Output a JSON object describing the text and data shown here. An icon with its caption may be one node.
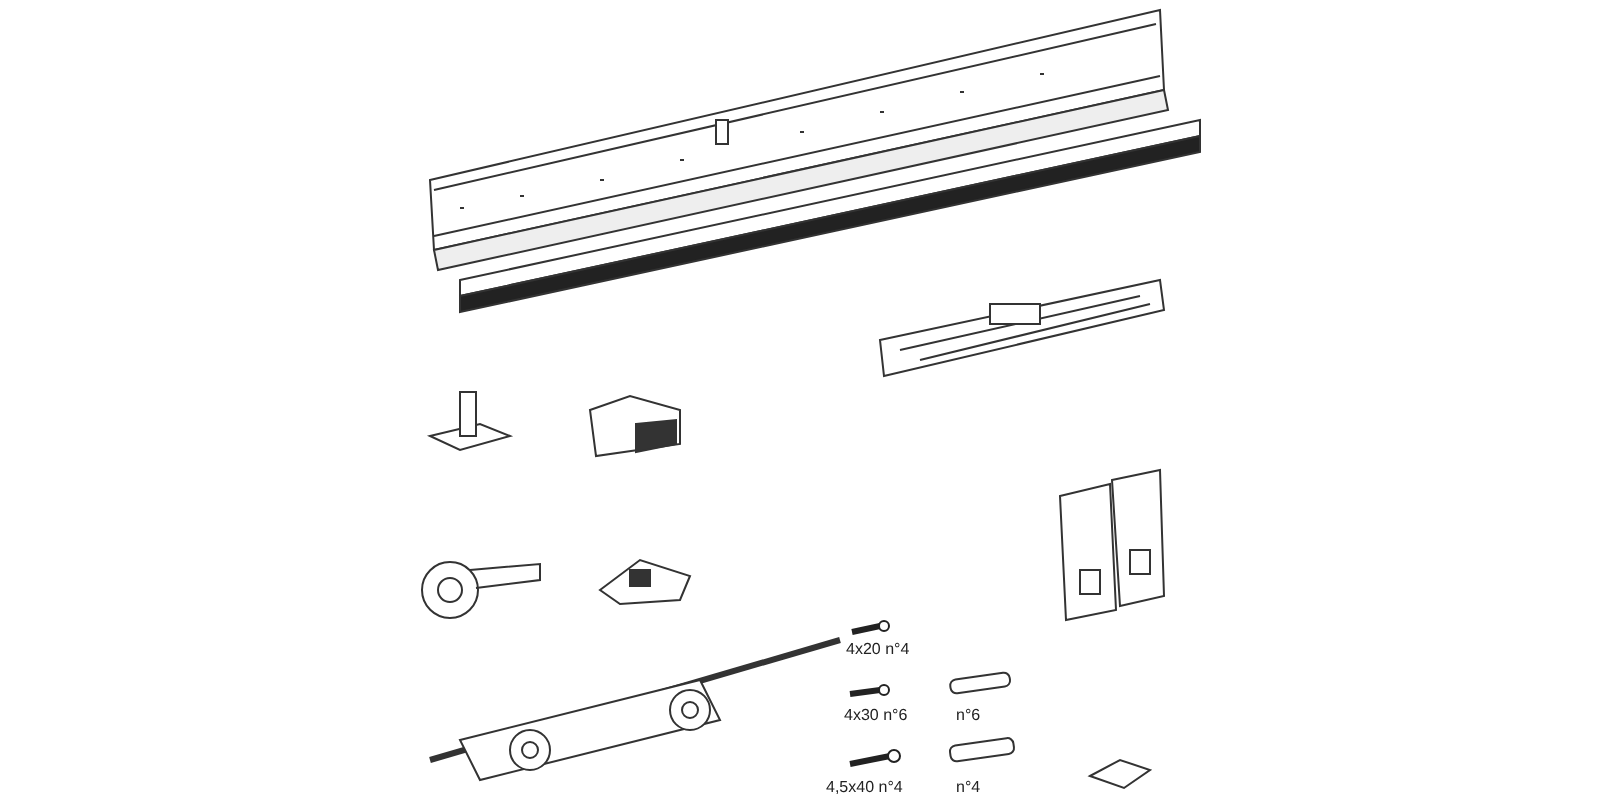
{
  "diagram": {
    "labels": [
      "4x20 n°4",
      "4x30 n°6",
      "n°6",
      "4,5x40 n°4",
      "n°4"
    ]
  }
}
